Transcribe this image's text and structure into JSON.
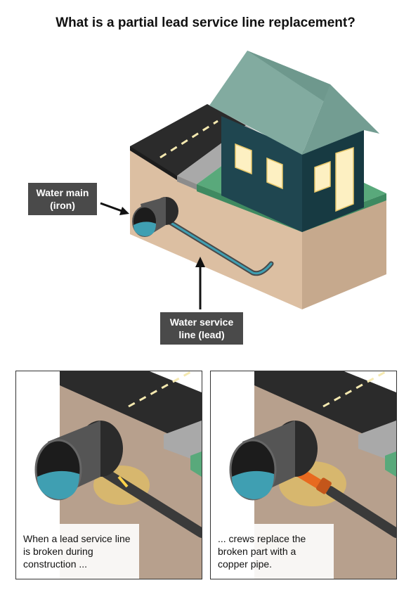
{
  "title": "What is a partial lead service line replacement?",
  "labels": {
    "water_main": "Water main\n(iron)",
    "service_line": "Water service\nline (lead)"
  },
  "panels": [
    {
      "caption": "When a lead service line is broken during construction ..."
    },
    {
      "caption": "... crews replace the broken part with a copper pipe."
    }
  ],
  "colors": {
    "soil": "#dcbfa2",
    "road": "#2b2b2b",
    "grass": "#59a97b",
    "house": "#1f4650",
    "roof": "#82aba0",
    "window": "#fdf0c2",
    "water": "#3f9fb2",
    "pipe": "#4a4a4a",
    "copper": "#e86a1f"
  }
}
